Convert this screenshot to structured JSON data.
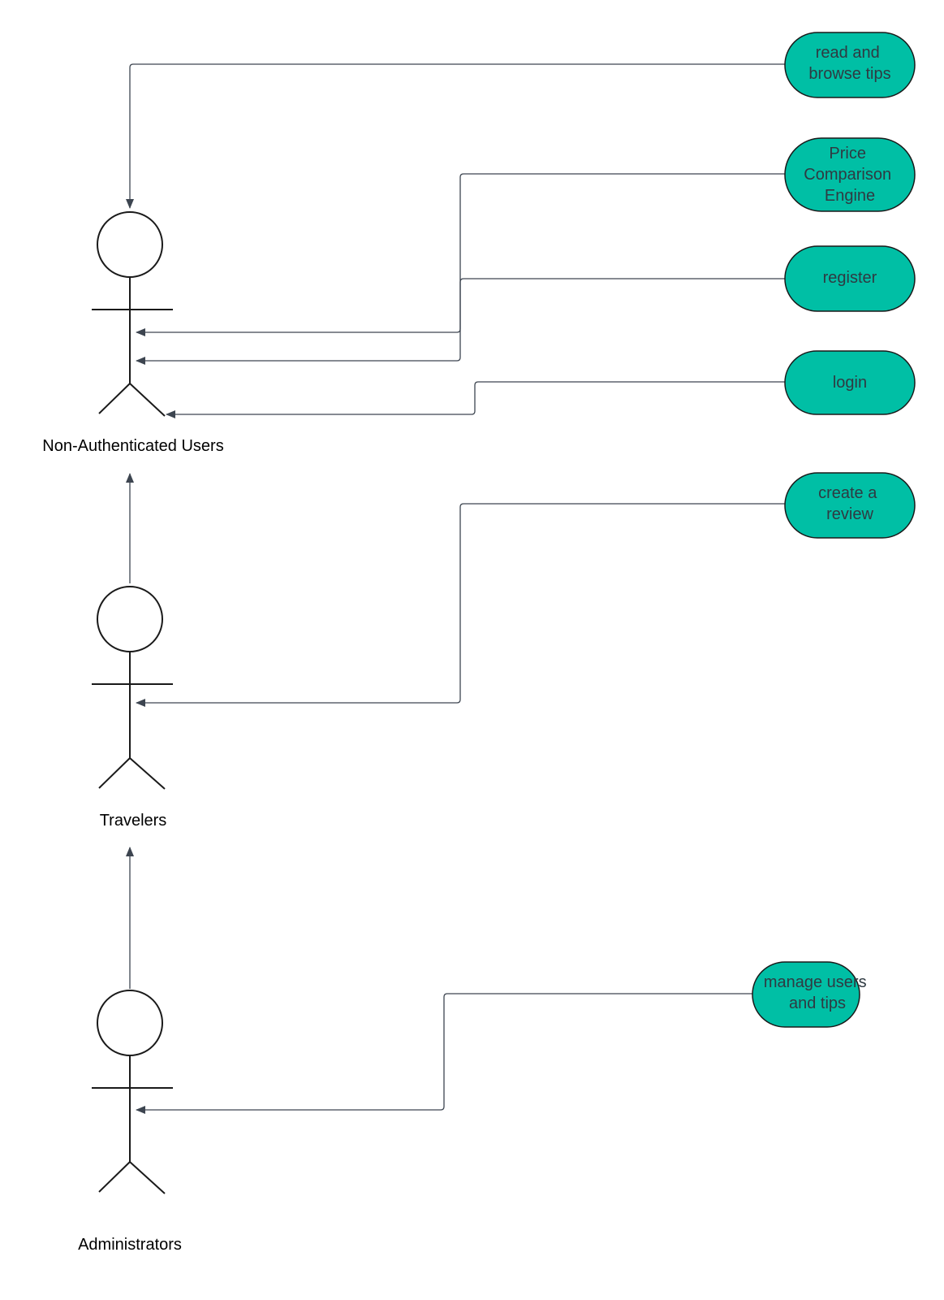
{
  "colors": {
    "use_case_fill": "#00bfa5",
    "use_case_stroke": "#1a1a1a",
    "edge": "#3d4550",
    "background": "#ffffff"
  },
  "actors": [
    {
      "id": "non-authenticated-users",
      "label": "Non-Authenticated Users"
    },
    {
      "id": "travelers",
      "label": "Travelers"
    },
    {
      "id": "administrators",
      "label": "Administrators"
    }
  ],
  "use_cases": [
    {
      "id": "read-and-browse-tips",
      "lines": [
        "read and",
        "browse tips"
      ]
    },
    {
      "id": "price-comparison-engine",
      "lines": [
        "Price",
        "Comparison",
        "Engine"
      ]
    },
    {
      "id": "register",
      "lines": [
        "register"
      ]
    },
    {
      "id": "login",
      "lines": [
        "login"
      ]
    },
    {
      "id": "create-a-review",
      "lines": [
        "create a",
        "review"
      ]
    },
    {
      "id": "manage-users-and-tips",
      "lines": [
        "manage users",
        "and tips"
      ]
    }
  ],
  "associations": [
    {
      "from": "read-and-browse-tips",
      "to": "non-authenticated-users"
    },
    {
      "from": "price-comparison-engine",
      "to": "non-authenticated-users"
    },
    {
      "from": "register",
      "to": "non-authenticated-users"
    },
    {
      "from": "login",
      "to": "non-authenticated-users"
    },
    {
      "from": "create-a-review",
      "to": "travelers"
    },
    {
      "from": "manage-users-and-tips",
      "to": "administrators"
    }
  ],
  "generalizations": [
    {
      "from": "travelers",
      "to": "non-authenticated-users"
    },
    {
      "from": "administrators",
      "to": "travelers"
    }
  ]
}
